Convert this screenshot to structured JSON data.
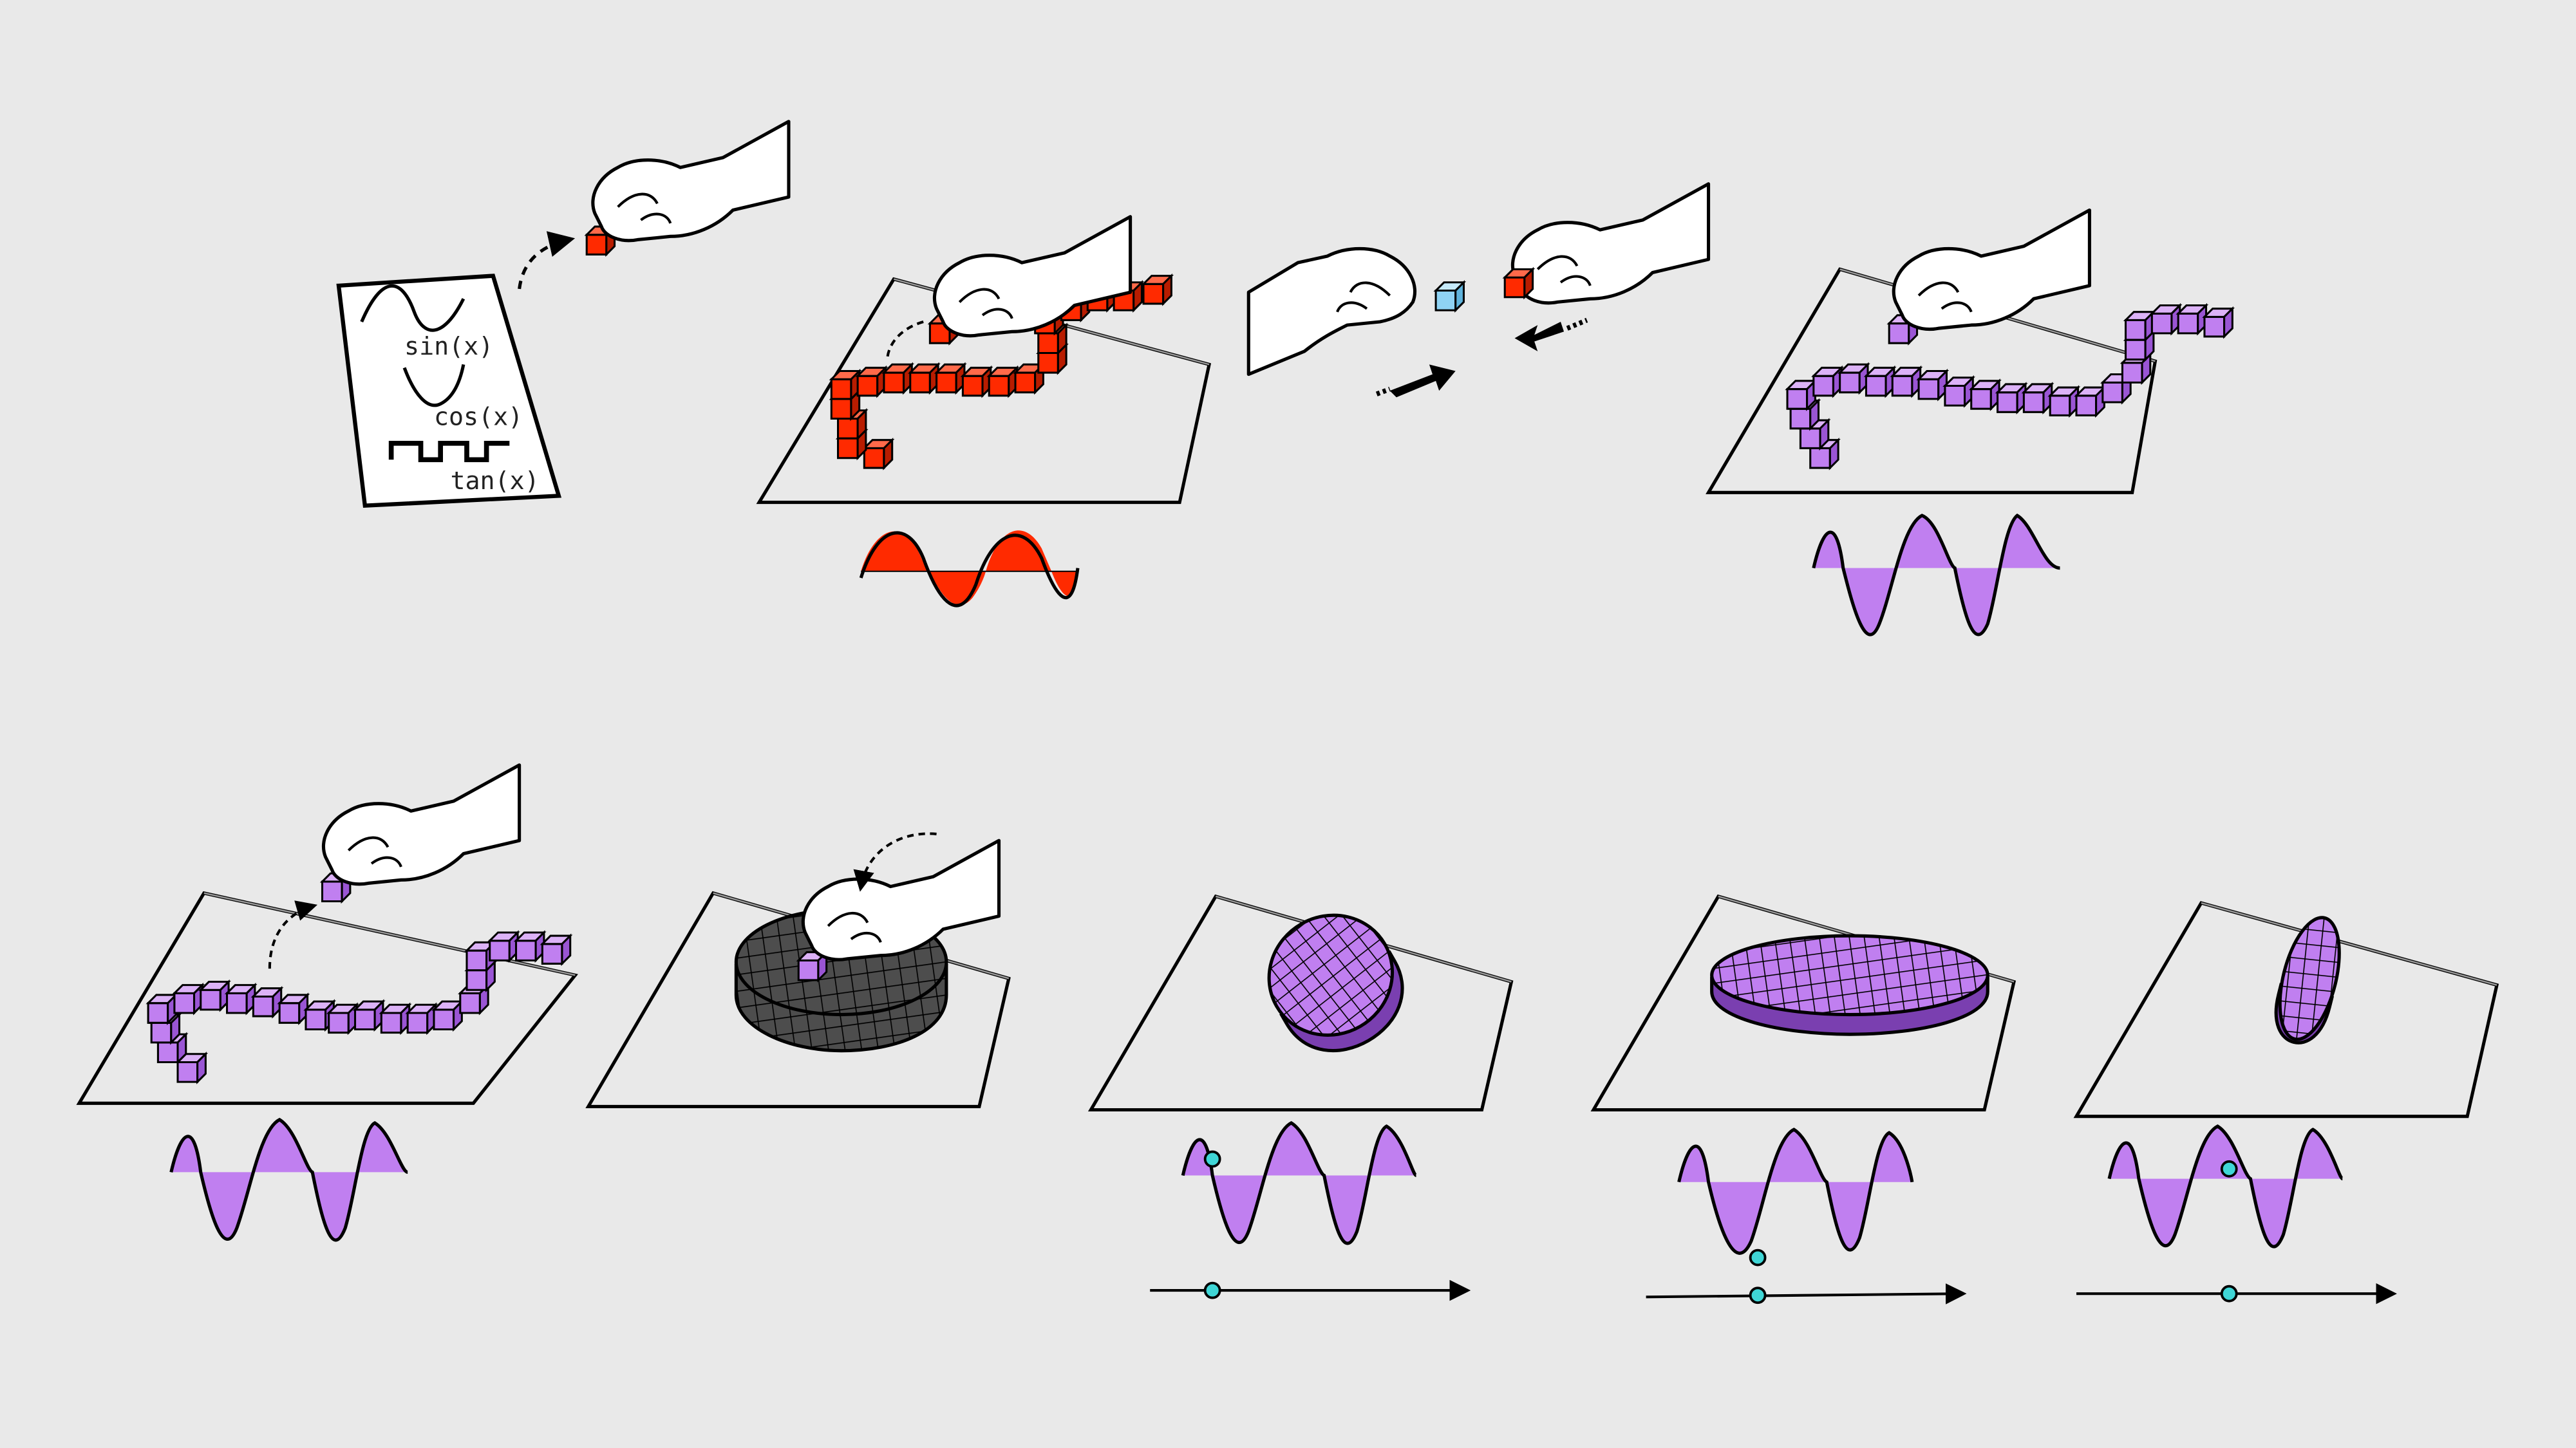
{
  "colors": {
    "background": "#e9e9e9",
    "red_block": "#ff2a00",
    "purple_block": "#c07ff0",
    "blue_block": "#8fd3f4",
    "dark_surface": "#4d4d4d",
    "marker": "#3fd6d6",
    "stroke": "#000000"
  },
  "sheet": {
    "labels": [
      "sin(x)",
      "cos(x)",
      "tan(x)"
    ]
  },
  "icons": [
    "hand-icon",
    "arrow-icon",
    "cube-icon"
  ]
}
